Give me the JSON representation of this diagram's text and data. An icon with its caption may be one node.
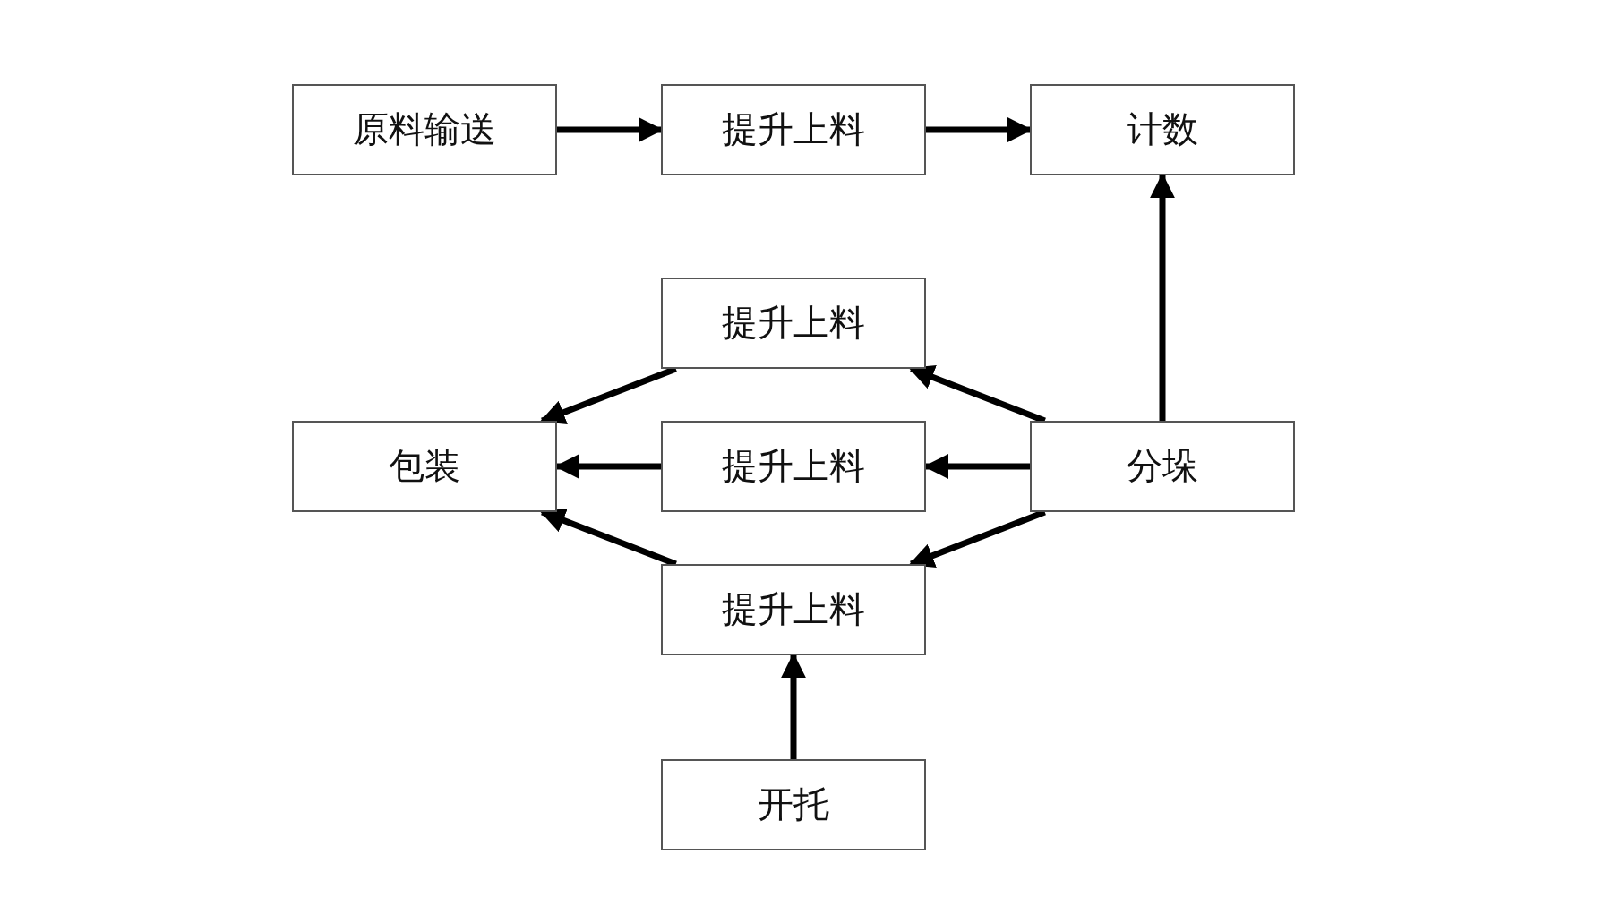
{
  "diagram": {
    "nodes": [
      {
        "text": [
          "原料输送"
        ]
      },
      {
        "text": [
          "提升上料"
        ]
      },
      {
        "text": [
          "计数"
        ]
      },
      {
        "text": [
          "提升上料"
        ]
      },
      {
        "text": [
          "包装"
        ]
      },
      {
        "text": [
          "提升上料"
        ]
      },
      {
        "text": [
          "分垛"
        ]
      },
      {
        "text": [
          "提升上料"
        ]
      },
      {
        "text": [
          "开托"
        ]
      }
    ],
    "edges": [
      {
        "from": 0,
        "to": 1,
        "arrow": "to"
      },
      {
        "from": 1,
        "to": 2,
        "arrow": "to"
      },
      {
        "from": 6,
        "to": 2,
        "arrow": "to"
      },
      {
        "from": 6,
        "to": 3,
        "arrow": "to"
      },
      {
        "from": 6,
        "to": 5,
        "arrow": "to"
      },
      {
        "from": 6,
        "to": 7,
        "arrow": "to"
      },
      {
        "from": 3,
        "to": 4,
        "arrow": "to"
      },
      {
        "from": 5,
        "to": 4,
        "arrow": "to"
      },
      {
        "from": 7,
        "to": 4,
        "arrow": "to"
      },
      {
        "from": 8,
        "to": 7,
        "arrow": "to"
      }
    ]
  }
}
